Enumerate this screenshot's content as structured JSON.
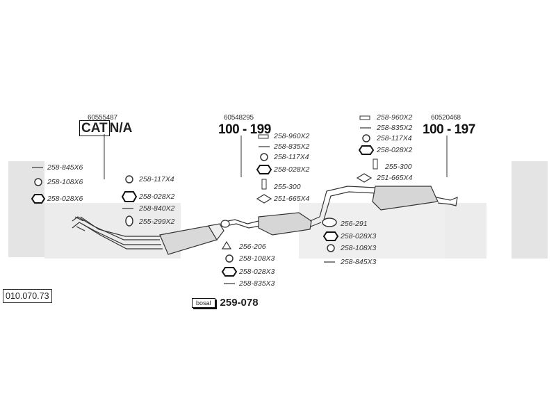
{
  "reference": "010.070.73",
  "cat_box": "CAT",
  "cat_suffix": "N/A",
  "left": {
    "part_number": "60555487",
    "labels": [
      "258-845X6",
      "258-108X6",
      "258-028X6"
    ],
    "mid_labels": [
      "258-117X4",
      "258-028X2",
      "258-840X2",
      "255-299X2"
    ]
  },
  "center": {
    "part_number": "60548295",
    "range": "100 - 199",
    "labels": [
      "258-960X2",
      "258-835X2",
      "258-117X4",
      "258-028X2",
      "255-300",
      "251-665X4"
    ],
    "lower_labels": [
      "256-206",
      "258-108X3",
      "258-028X3",
      "258-835X3"
    ]
  },
  "right": {
    "part_number": "60520468",
    "range": "100 - 197",
    "labels": [
      "258-960X2",
      "258-835X2",
      "258-117X4",
      "258-028X2",
      "255-300",
      "251-665X4"
    ],
    "lower_labels": [
      "256-291",
      "258-028X3",
      "258-108X3",
      "258-845X3"
    ]
  },
  "catalog": {
    "badge": "bosal",
    "number": "259-078"
  }
}
